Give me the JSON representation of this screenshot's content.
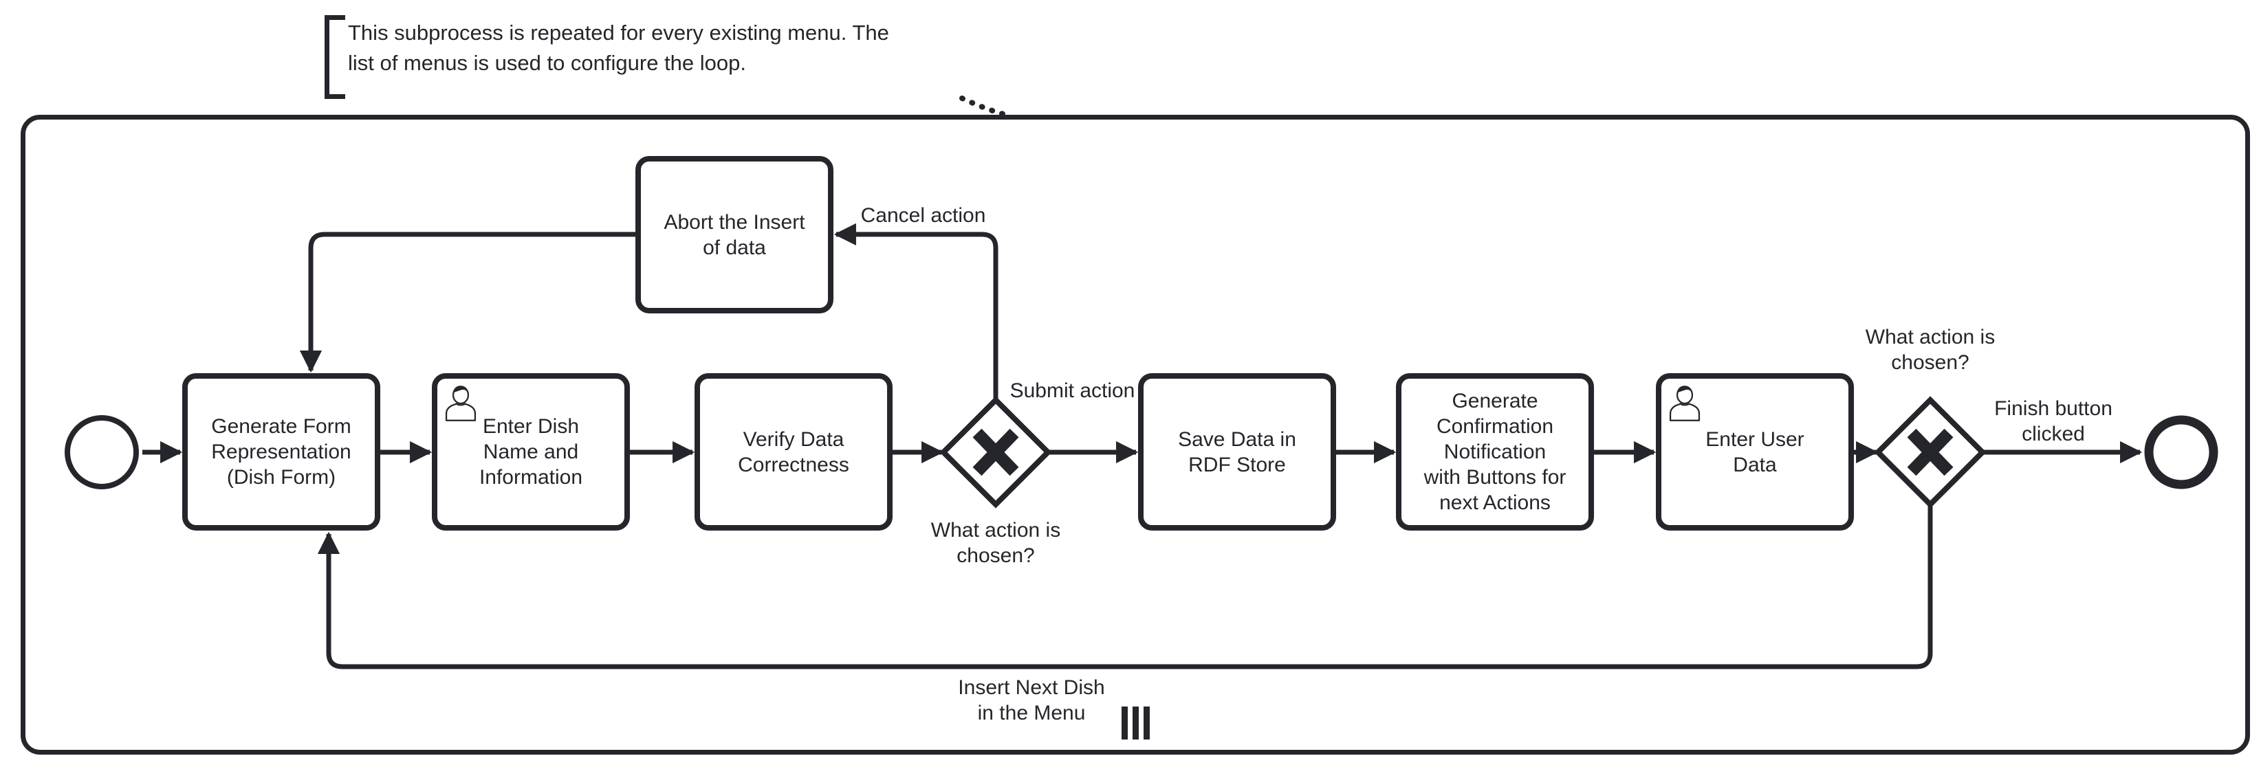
{
  "colors": {
    "ink": "#24262b",
    "background": "#ffffff"
  },
  "annotation": {
    "text": "This subprocess is repeated for every existing menu. The\nlist of menus is used to configure the loop."
  },
  "subprocess": {
    "type": "expanded-subprocess",
    "loop_marker_icon": "parallel-multi-instance-icon",
    "events": {
      "start": {
        "type": "start-event"
      },
      "end": {
        "type": "end-event"
      }
    },
    "tasks": {
      "generate_form": {
        "type": "task",
        "label": "Generate Form\nRepresentation\n(Dish Form)"
      },
      "enter_dish": {
        "type": "user-task",
        "icon": "user-icon",
        "label": "Enter Dish\nName and\nInformation"
      },
      "verify_data": {
        "type": "task",
        "label": "Verify Data\nCorrectness"
      },
      "abort_insert": {
        "type": "task",
        "label": "Abort the Insert\nof data"
      },
      "save_rdf": {
        "type": "task",
        "label": "Save Data in\nRDF Store"
      },
      "confirmation": {
        "type": "task",
        "label": "Generate\nConfirmation\nNotification\nwith Buttons for\nnext Actions"
      },
      "enter_user": {
        "type": "user-task",
        "icon": "user-icon",
        "label": "Enter User\nData"
      }
    },
    "gateways": {
      "action_choice_1": {
        "type": "exclusive-gateway",
        "icon": "x-marker-icon",
        "label": "What action is\nchosen?"
      },
      "action_choice_2": {
        "type": "exclusive-gateway",
        "icon": "x-marker-icon",
        "label": "What action is\nchosen?"
      }
    },
    "flow_labels": {
      "cancel": "Cancel action",
      "submit": "Submit action",
      "finish": "Finish button\nclicked",
      "loop": "Insert Next Dish\nin the Menu"
    }
  }
}
